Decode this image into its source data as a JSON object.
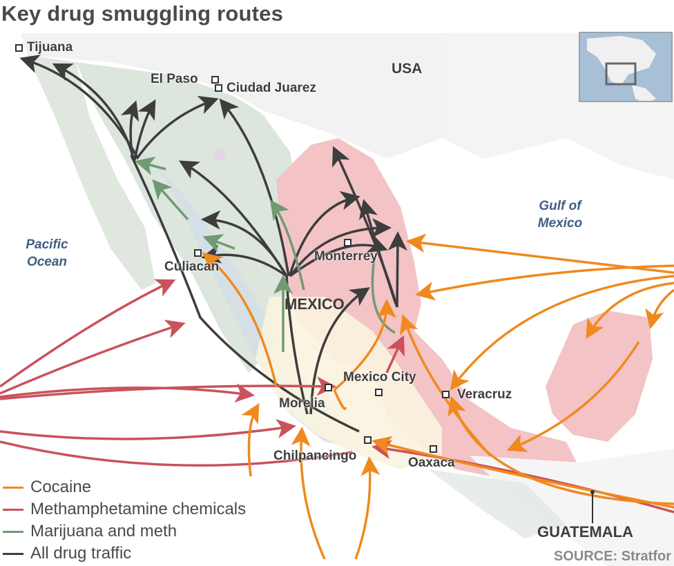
{
  "title": "Key drug smuggling routes",
  "labels": {
    "usa": "USA",
    "mexico": "MEXICO",
    "guatemala": "GUATEMALA",
    "pacific": "Pacific\nOcean",
    "pacific_line1": "Pacific",
    "pacific_line2": "Ocean",
    "gulf_line1": "Gulf of",
    "gulf_line2": "Mexico"
  },
  "cities": [
    {
      "name": "Tijuana"
    },
    {
      "name": "El Paso"
    },
    {
      "name": "Ciudad Juarez"
    },
    {
      "name": "Culiacan"
    },
    {
      "name": "Monterrey"
    },
    {
      "name": "Mexico City"
    },
    {
      "name": "Morelia"
    },
    {
      "name": "Veracruz"
    },
    {
      "name": "Chilpancingo"
    },
    {
      "name": "Oaxaca"
    }
  ],
  "legend": [
    {
      "label": "Cocaine",
      "color": "#f0891e"
    },
    {
      "label": "Methamphetamine chemicals",
      "color": "#c9525c"
    },
    {
      "label": "Marijuana and meth",
      "color": "#6f9a72"
    },
    {
      "label": "All drug traffic",
      "color": "#3d3d3d"
    }
  ],
  "colors": {
    "cocaine": "#f0891e",
    "meth": "#c9525c",
    "marijuana": "#6f9a72",
    "all": "#3d3d3d",
    "land_green": "#dde6dd",
    "land_pink": "#f3c3c6",
    "water_label": "#3f5f82"
  },
  "source": "SOURCE: Stratfor"
}
